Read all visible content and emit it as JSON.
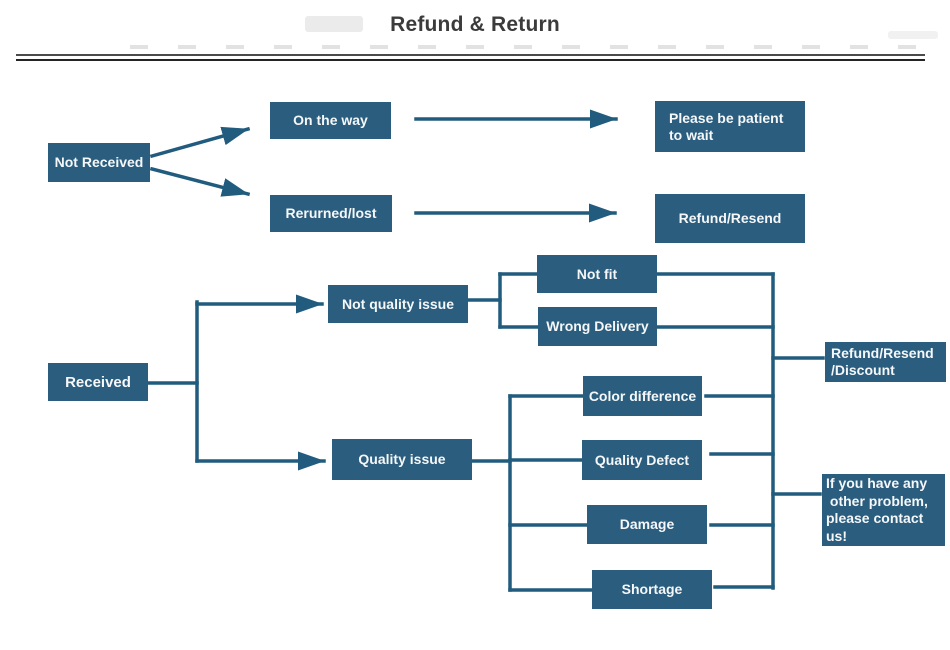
{
  "title": "Refund & Return",
  "colors": {
    "box": "#2a5d7e",
    "line": "#215c7e",
    "text": "#f5f7f9",
    "title": "#3b3b3b"
  },
  "nodes": {
    "not_received": {
      "label": "Not Received"
    },
    "on_the_way": {
      "label": "On the way"
    },
    "returned_lost": {
      "label": "Rerurned/lost"
    },
    "please_wait": {
      "label": "Please be patient\nto wait"
    },
    "refund_resend": {
      "label": "Refund/Resend"
    },
    "received": {
      "label": "Received"
    },
    "not_quality_issue": {
      "label": "Not quality issue"
    },
    "quality_issue": {
      "label": "Quality issue"
    },
    "not_fit": {
      "label": "Not fit"
    },
    "wrong_delivery": {
      "label": "Wrong Delivery"
    },
    "color_difference": {
      "label": "Color difference"
    },
    "quality_defect": {
      "label": "Quality Defect"
    },
    "damage": {
      "label": "Damage"
    },
    "shortage": {
      "label": "Shortage"
    },
    "refund_resend_discount": {
      "label": "Refund/Resend\n/Discount"
    },
    "contact_us": {
      "label": "If you have any\n other problem,\nplease contact\nus!"
    }
  }
}
